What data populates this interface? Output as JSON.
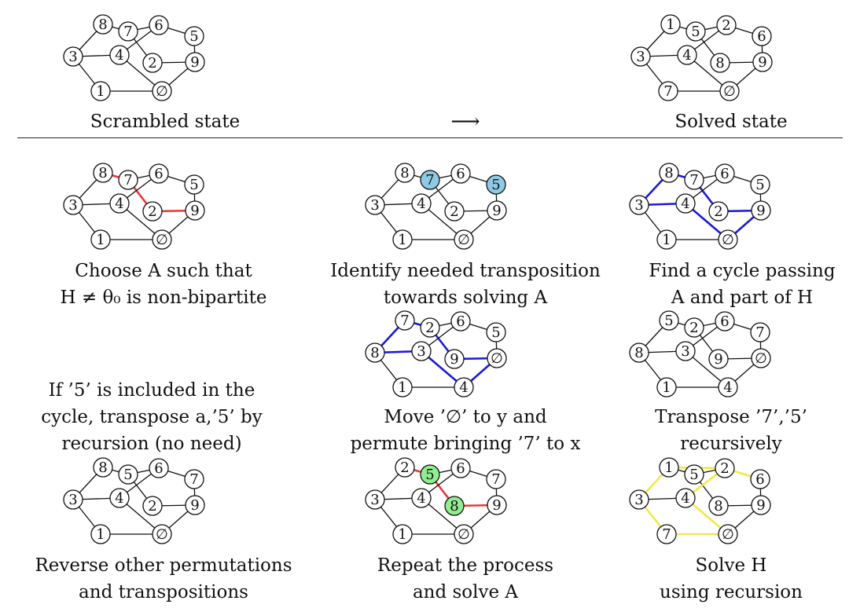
{
  "arrow": "⟶",
  "colors": {
    "edge": "#111111",
    "red": "#e53935",
    "blue": "#1a1ad6",
    "yellow": "#f1e84a",
    "node_blue": "#8ecae6",
    "node_green": "#90ee90"
  },
  "panels": [
    {
      "caption": [
        "Scrambled state"
      ],
      "nodes": {
        "a": "8",
        "b": "7",
        "c": "6",
        "d": "5",
        "e": "3",
        "f": "4",
        "g": "2",
        "h": "9",
        "i": "1",
        "j": "∅"
      },
      "highlight_nodes": {},
      "colored_edges": []
    },
    {
      "caption": [
        "Solved state"
      ],
      "nodes": {
        "a": "1",
        "b": "5",
        "c": "2",
        "d": "6",
        "e": "3",
        "f": "4",
        "g": "8",
        "h": "9",
        "i": "7",
        "j": "∅"
      },
      "highlight_nodes": {},
      "colored_edges": []
    },
    {
      "caption": [
        "Choose A such that",
        "H ≠ θ₀ is non-bipartite"
      ],
      "nodes": {
        "a": "8",
        "b": "7",
        "c": "6",
        "d": "5",
        "e": "3",
        "f": "4",
        "g": "2",
        "h": "9",
        "i": "1",
        "j": "∅"
      },
      "highlight_nodes": {},
      "colored_edges": [
        [
          "a",
          "b",
          "red"
        ],
        [
          "b",
          "g",
          "red"
        ],
        [
          "g",
          "h",
          "red"
        ]
      ]
    },
    {
      "caption": [
        "Identify needed transposition",
        "towards solving A"
      ],
      "nodes": {
        "a": "8",
        "b": "7",
        "c": "6",
        "d": "5",
        "e": "3",
        "f": "4",
        "g": "2",
        "h": "9",
        "i": "1",
        "j": "∅"
      },
      "highlight_nodes": {
        "b": "node_blue",
        "d": "node_blue"
      },
      "colored_edges": []
    },
    {
      "caption": [
        "Find a cycle passing",
        "A and part of H"
      ],
      "nodes": {
        "a": "8",
        "b": "7",
        "c": "6",
        "d": "5",
        "e": "3",
        "f": "4",
        "g": "2",
        "h": "9",
        "i": "1",
        "j": "∅"
      },
      "highlight_nodes": {},
      "colored_edges": [
        [
          "e",
          "a",
          "blue"
        ],
        [
          "a",
          "b",
          "blue"
        ],
        [
          "b",
          "g",
          "blue"
        ],
        [
          "g",
          "h",
          "blue"
        ],
        [
          "h",
          "j",
          "blue"
        ],
        [
          "j",
          "f",
          "blue"
        ],
        [
          "f",
          "e",
          "blue"
        ]
      ]
    },
    {
      "caption": [
        "If ’5’ is included in the",
        "cycle, transpose a,’5’ by",
        "recursion (no need)"
      ],
      "nodes": null,
      "highlight_nodes": {},
      "colored_edges": []
    },
    {
      "caption": [
        "Move ’∅’ to y and",
        "permute bringing ’7’ to x"
      ],
      "nodes": {
        "a": "7",
        "b": "2",
        "c": "6",
        "d": "5",
        "e": "8",
        "f": "3",
        "g": "9",
        "h": "∅",
        "i": "1",
        "j": "4"
      },
      "highlight_nodes": {},
      "colored_edges": [
        [
          "e",
          "a",
          "blue"
        ],
        [
          "a",
          "b",
          "blue"
        ],
        [
          "b",
          "g",
          "blue"
        ],
        [
          "g",
          "h",
          "blue"
        ],
        [
          "h",
          "j",
          "blue"
        ],
        [
          "j",
          "f",
          "blue"
        ],
        [
          "f",
          "e",
          "blue"
        ]
      ]
    },
    {
      "caption": [
        "Transpose ’7’,’5’",
        "recursively"
      ],
      "nodes": {
        "a": "5",
        "b": "2",
        "c": "6",
        "d": "7",
        "e": "8",
        "f": "3",
        "g": "9",
        "h": "∅",
        "i": "1",
        "j": "4"
      },
      "highlight_nodes": {},
      "colored_edges": []
    },
    {
      "caption": [
        "Reverse other permutations",
        "and transpositions"
      ],
      "nodes": {
        "a": "8",
        "b": "5",
        "c": "6",
        "d": "7",
        "e": "3",
        "f": "4",
        "g": "2",
        "h": "9",
        "i": "1",
        "j": "∅"
      },
      "highlight_nodes": {},
      "colored_edges": []
    },
    {
      "caption": [
        "Repeat the process",
        "and solve A"
      ],
      "nodes": {
        "a": "2",
        "b": "5",
        "c": "6",
        "d": "7",
        "e": "3",
        "f": "4",
        "g": "8",
        "h": "9",
        "i": "1",
        "j": "∅"
      },
      "highlight_nodes": {
        "b": "node_green",
        "g": "node_green"
      },
      "colored_edges": [
        [
          "a",
          "b",
          "red"
        ],
        [
          "b",
          "g",
          "red"
        ],
        [
          "g",
          "h",
          "red"
        ]
      ]
    },
    {
      "caption": [
        "Solve H",
        "using recursion"
      ],
      "nodes": {
        "a": "1",
        "b": "5",
        "c": "2",
        "d": "6",
        "e": "3",
        "f": "4",
        "g": "8",
        "h": "9",
        "i": "7",
        "j": "∅"
      },
      "highlight_nodes": {},
      "colored_edges": [
        [
          "e",
          "a",
          "yellow"
        ],
        [
          "a",
          "c",
          "yellow"
        ],
        [
          "c",
          "d",
          "yellow"
        ],
        [
          "e",
          "i",
          "yellow"
        ],
        [
          "i",
          "j",
          "yellow"
        ],
        [
          "j",
          "f",
          "yellow"
        ],
        [
          "f",
          "c",
          "yellow"
        ]
      ]
    }
  ]
}
